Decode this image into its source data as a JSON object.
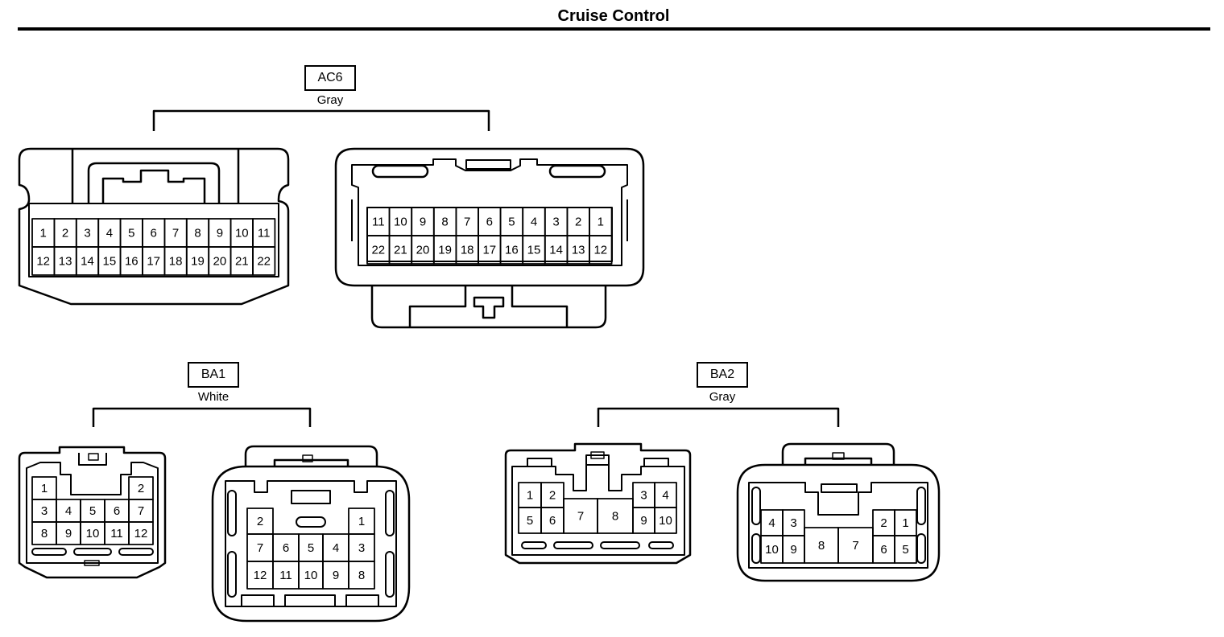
{
  "title": "Cruise Control",
  "connectors": [
    {
      "id": "AC6",
      "color": "Gray",
      "left_view_rows": [
        [
          "1",
          "2",
          "3",
          "4",
          "5",
          "6",
          "7",
          "8",
          "9",
          "10",
          "11"
        ],
        [
          "12",
          "13",
          "14",
          "15",
          "16",
          "17",
          "18",
          "19",
          "20",
          "21",
          "22"
        ]
      ],
      "right_view_rows": [
        [
          "11",
          "10",
          "9",
          "8",
          "7",
          "6",
          "5",
          "4",
          "3",
          "2",
          "1"
        ],
        [
          "22",
          "21",
          "20",
          "19",
          "18",
          "17",
          "16",
          "15",
          "14",
          "13",
          "12"
        ]
      ]
    },
    {
      "id": "BA1",
      "color": "White",
      "left_view_pins": [
        "1",
        "2",
        "3",
        "4",
        "5",
        "6",
        "7",
        "8",
        "9",
        "10",
        "11",
        "12"
      ],
      "right_view_pins": [
        "2",
        "1",
        "7",
        "6",
        "5",
        "4",
        "3",
        "12",
        "11",
        "10",
        "9",
        "8"
      ]
    },
    {
      "id": "BA2",
      "color": "Gray",
      "left_view_pins": [
        "1",
        "2",
        "3",
        "4",
        "5",
        "6",
        "7",
        "8",
        "9",
        "10"
      ],
      "right_view_pins": [
        "4",
        "3",
        "2",
        "1",
        "10",
        "9",
        "8",
        "7",
        "6",
        "5"
      ]
    }
  ]
}
